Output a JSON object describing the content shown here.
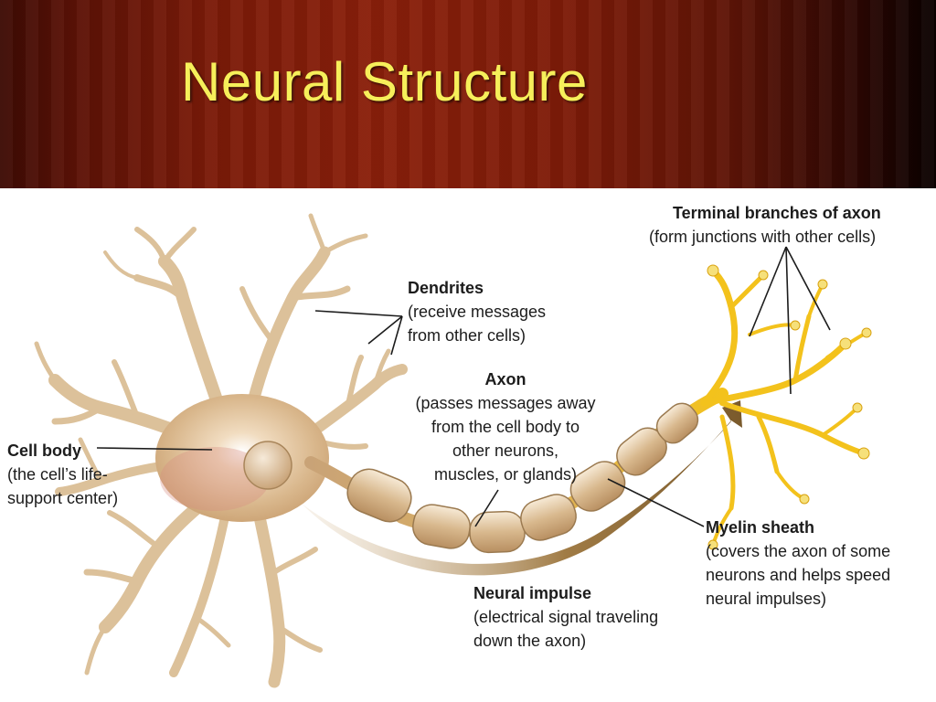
{
  "slide": {
    "title": "Neural Structure"
  },
  "labels": {
    "terminal": {
      "heading": "Terminal branches of axon",
      "description": "(form junctions with other cells)"
    },
    "dendrites": {
      "heading": "Dendrites",
      "description": "(receive messages\nfrom other cells)"
    },
    "axon": {
      "heading": "Axon",
      "description": "(passes messages away\nfrom the cell body to\nother neurons,\nmuscles, or glands)"
    },
    "cell_body": {
      "heading": "Cell body",
      "description": "(the cell’s life-\nsupport center)"
    },
    "myelin": {
      "heading": "Myelin sheath",
      "description": "(covers the axon of some\nneurons and helps speed\nneural impulses)"
    },
    "impulse": {
      "heading": "Neural impulse",
      "description": "(electrical signal traveling\ndown the axon)"
    }
  },
  "colors": {
    "title": "#f6ef5a",
    "header_red": "#8a1f0a",
    "cell_body": "#e7cfa6",
    "terminal": "#f3c21c",
    "arrow": "#8a6a3c"
  }
}
